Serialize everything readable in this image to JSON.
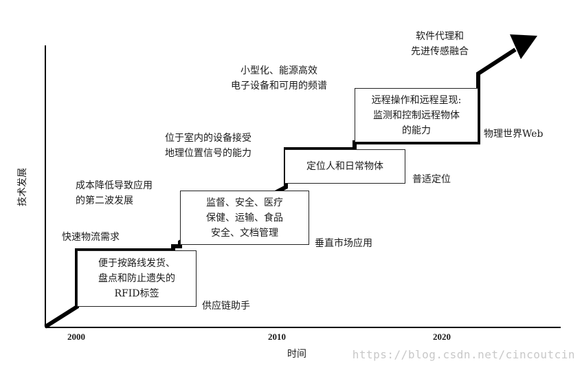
{
  "axes": {
    "x_label": "时间",
    "y_label": "技术发展",
    "ticks": [
      "2000",
      "2010",
      "2020"
    ]
  },
  "stages": [
    {
      "box": "便于按路线发货、\n盘点和防止遗失的\nRFID标签",
      "caption": "供应链助手",
      "driver": "快速物流需求"
    },
    {
      "box": "监督、安全、医疗\n保健、运输、食品\n安全、文档管理",
      "caption": "垂直市场应用",
      "driver": "成本降低导致应用\n的第二波发展"
    },
    {
      "box": "定位人和日常物体",
      "caption": "普适定位",
      "driver": "位于室内的设备接受\n地理位置信号的能力"
    },
    {
      "box": "远程操作和远程呈现:\n监测和控制远程物体\n的能力",
      "caption": "物理世界Web",
      "driver": "小型化、能源高效\n电子设备和可用的频谱"
    }
  ],
  "top_label": "软件代理和\n先进传感融合",
  "watermark": "https://blog.csdn.net/cincoutcin",
  "colors": {
    "line": "#000000",
    "box_border": "#222222"
  }
}
